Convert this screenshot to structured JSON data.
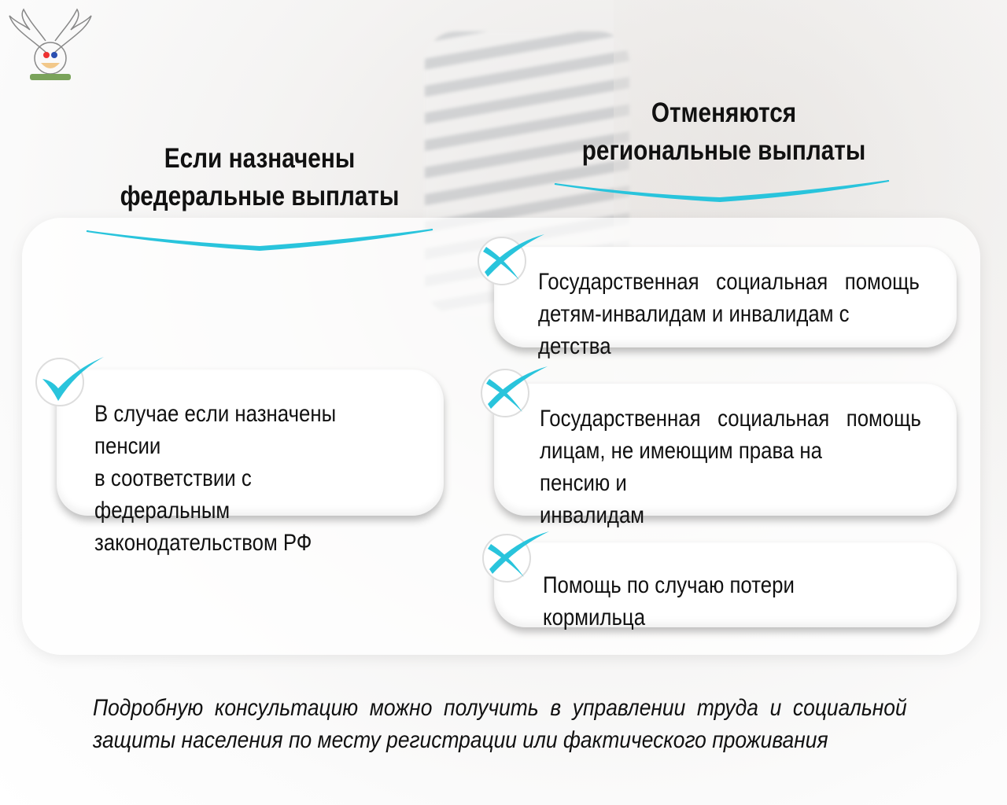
{
  "left_heading": {
    "line1": "Если назначены",
    "line2": "федеральные выплаты"
  },
  "right_heading": {
    "line1": "Отменяются",
    "line2": "региональные выплаты"
  },
  "left_item": {
    "line1": "В случае если назначены пенсии",
    "line2": "в соответствии с федеральным",
    "line3": "законодательством РФ",
    "icon": "check-icon"
  },
  "right_items": [
    {
      "line1": "Государственная   социальная   помощь",
      "line2": "детям-инвалидам и инвалидам с детства",
      "icon": "cross-icon"
    },
    {
      "line1": "Государственная   социальная   помощь",
      "line2": "лицам, не имеющим права на пенсию и",
      "line3": "инвалидам",
      "icon": "cross-icon"
    },
    {
      "line1": "Помощь по случаю потери кормильца",
      "icon": "cross-icon"
    }
  ],
  "footer": {
    "line1": "Подробную  консультацию  можно  получить  в  управлении  труда  и  социальной",
    "line2": "защиты населения по месту регистрации или фактического проживания"
  },
  "colors": {
    "accent": "#29c4dc",
    "text": "#111111"
  }
}
